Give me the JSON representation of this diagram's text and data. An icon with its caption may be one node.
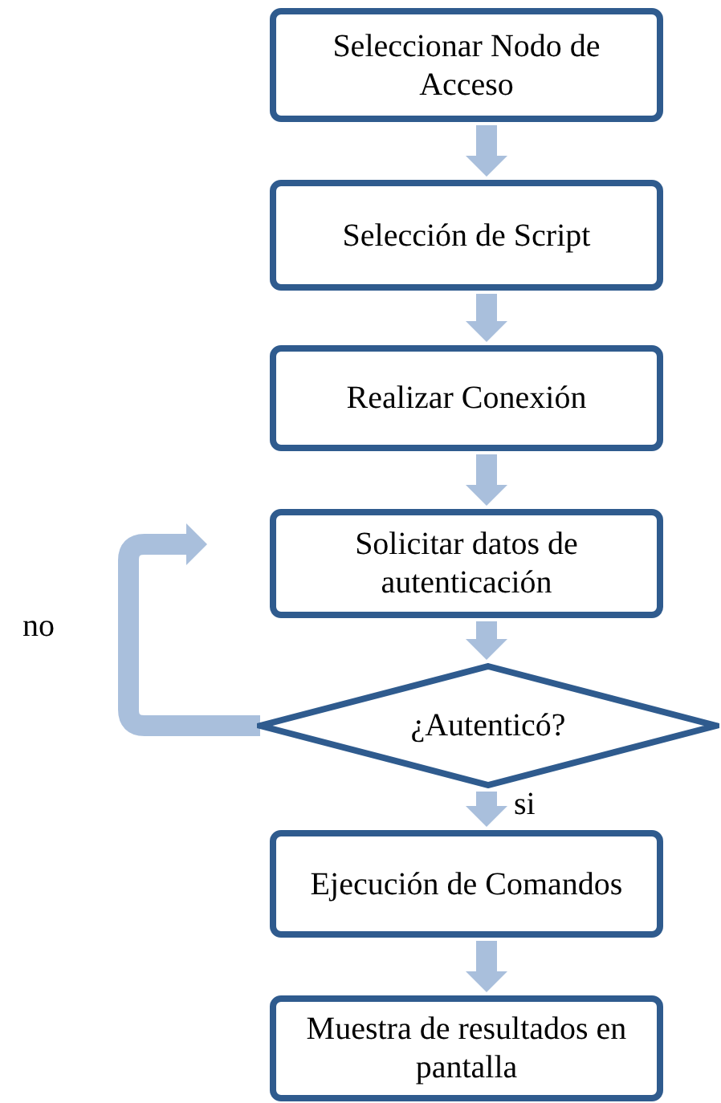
{
  "diagram": {
    "nodes": [
      {
        "text": [
          "Seleccionar Nodo de Acceso"
        ]
      },
      {
        "text": [
          "Selección de Script"
        ]
      },
      {
        "text": [
          "Realizar Conexión"
        ]
      },
      {
        "text": [
          "Solicitar datos de autenticación"
        ]
      },
      {
        "text": [
          "¿Autenticó?"
        ]
      },
      {
        "text": [
          "Ejecución de Comandos"
        ]
      },
      {
        "text": [
          "Muestra de resultados en pantalla"
        ]
      }
    ],
    "edges": [
      {
        "from": 0,
        "to": 1,
        "arrow": "to"
      },
      {
        "from": 1,
        "to": 2,
        "arrow": "to"
      },
      {
        "from": 2,
        "to": 3,
        "arrow": "to"
      },
      {
        "from": 3,
        "to": 4,
        "arrow": "to"
      },
      {
        "from": 4,
        "to": 3,
        "arrow": "to",
        "label": "no"
      },
      {
        "from": 4,
        "to": 5,
        "arrow": "to",
        "label": "si"
      },
      {
        "from": 5,
        "to": 6,
        "arrow": "to"
      }
    ]
  }
}
